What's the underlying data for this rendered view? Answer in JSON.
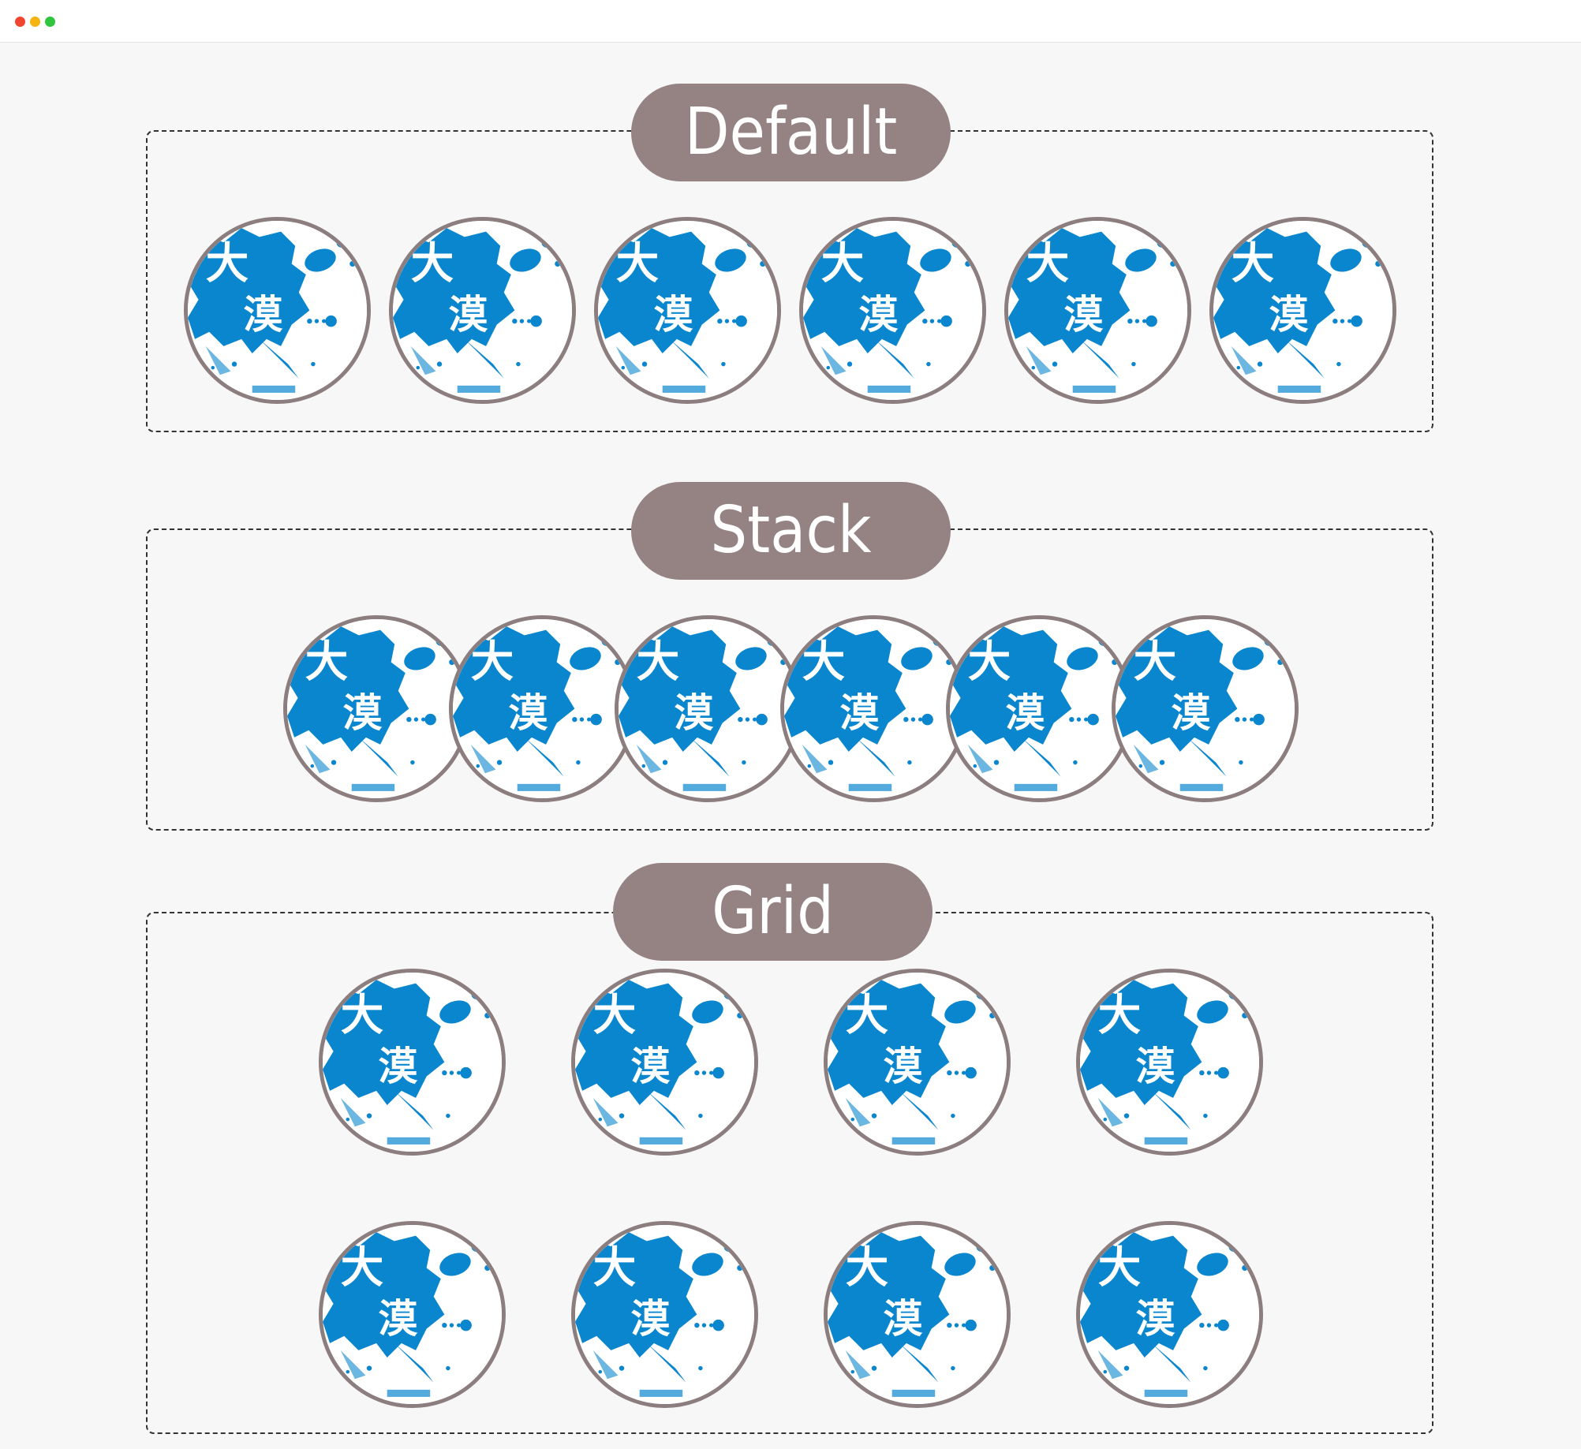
{
  "window": {
    "controls": [
      "close",
      "minimize",
      "maximize"
    ]
  },
  "sections": [
    {
      "label": "Default",
      "layout": "row",
      "avatar_count": 6
    },
    {
      "label": "Stack",
      "layout": "stacked",
      "avatar_count": 6
    },
    {
      "label": "Grid",
      "layout": "grid",
      "avatar_count": 8,
      "columns": 4
    }
  ],
  "avatar": {
    "logo_characters": [
      "大",
      "漠"
    ],
    "logo_color": "#0a86cf",
    "border_color": "#8c7e7e"
  },
  "colors": {
    "pill_background": "#948382",
    "page_background": "#f7f7f7",
    "dashed_border": "#333333"
  }
}
